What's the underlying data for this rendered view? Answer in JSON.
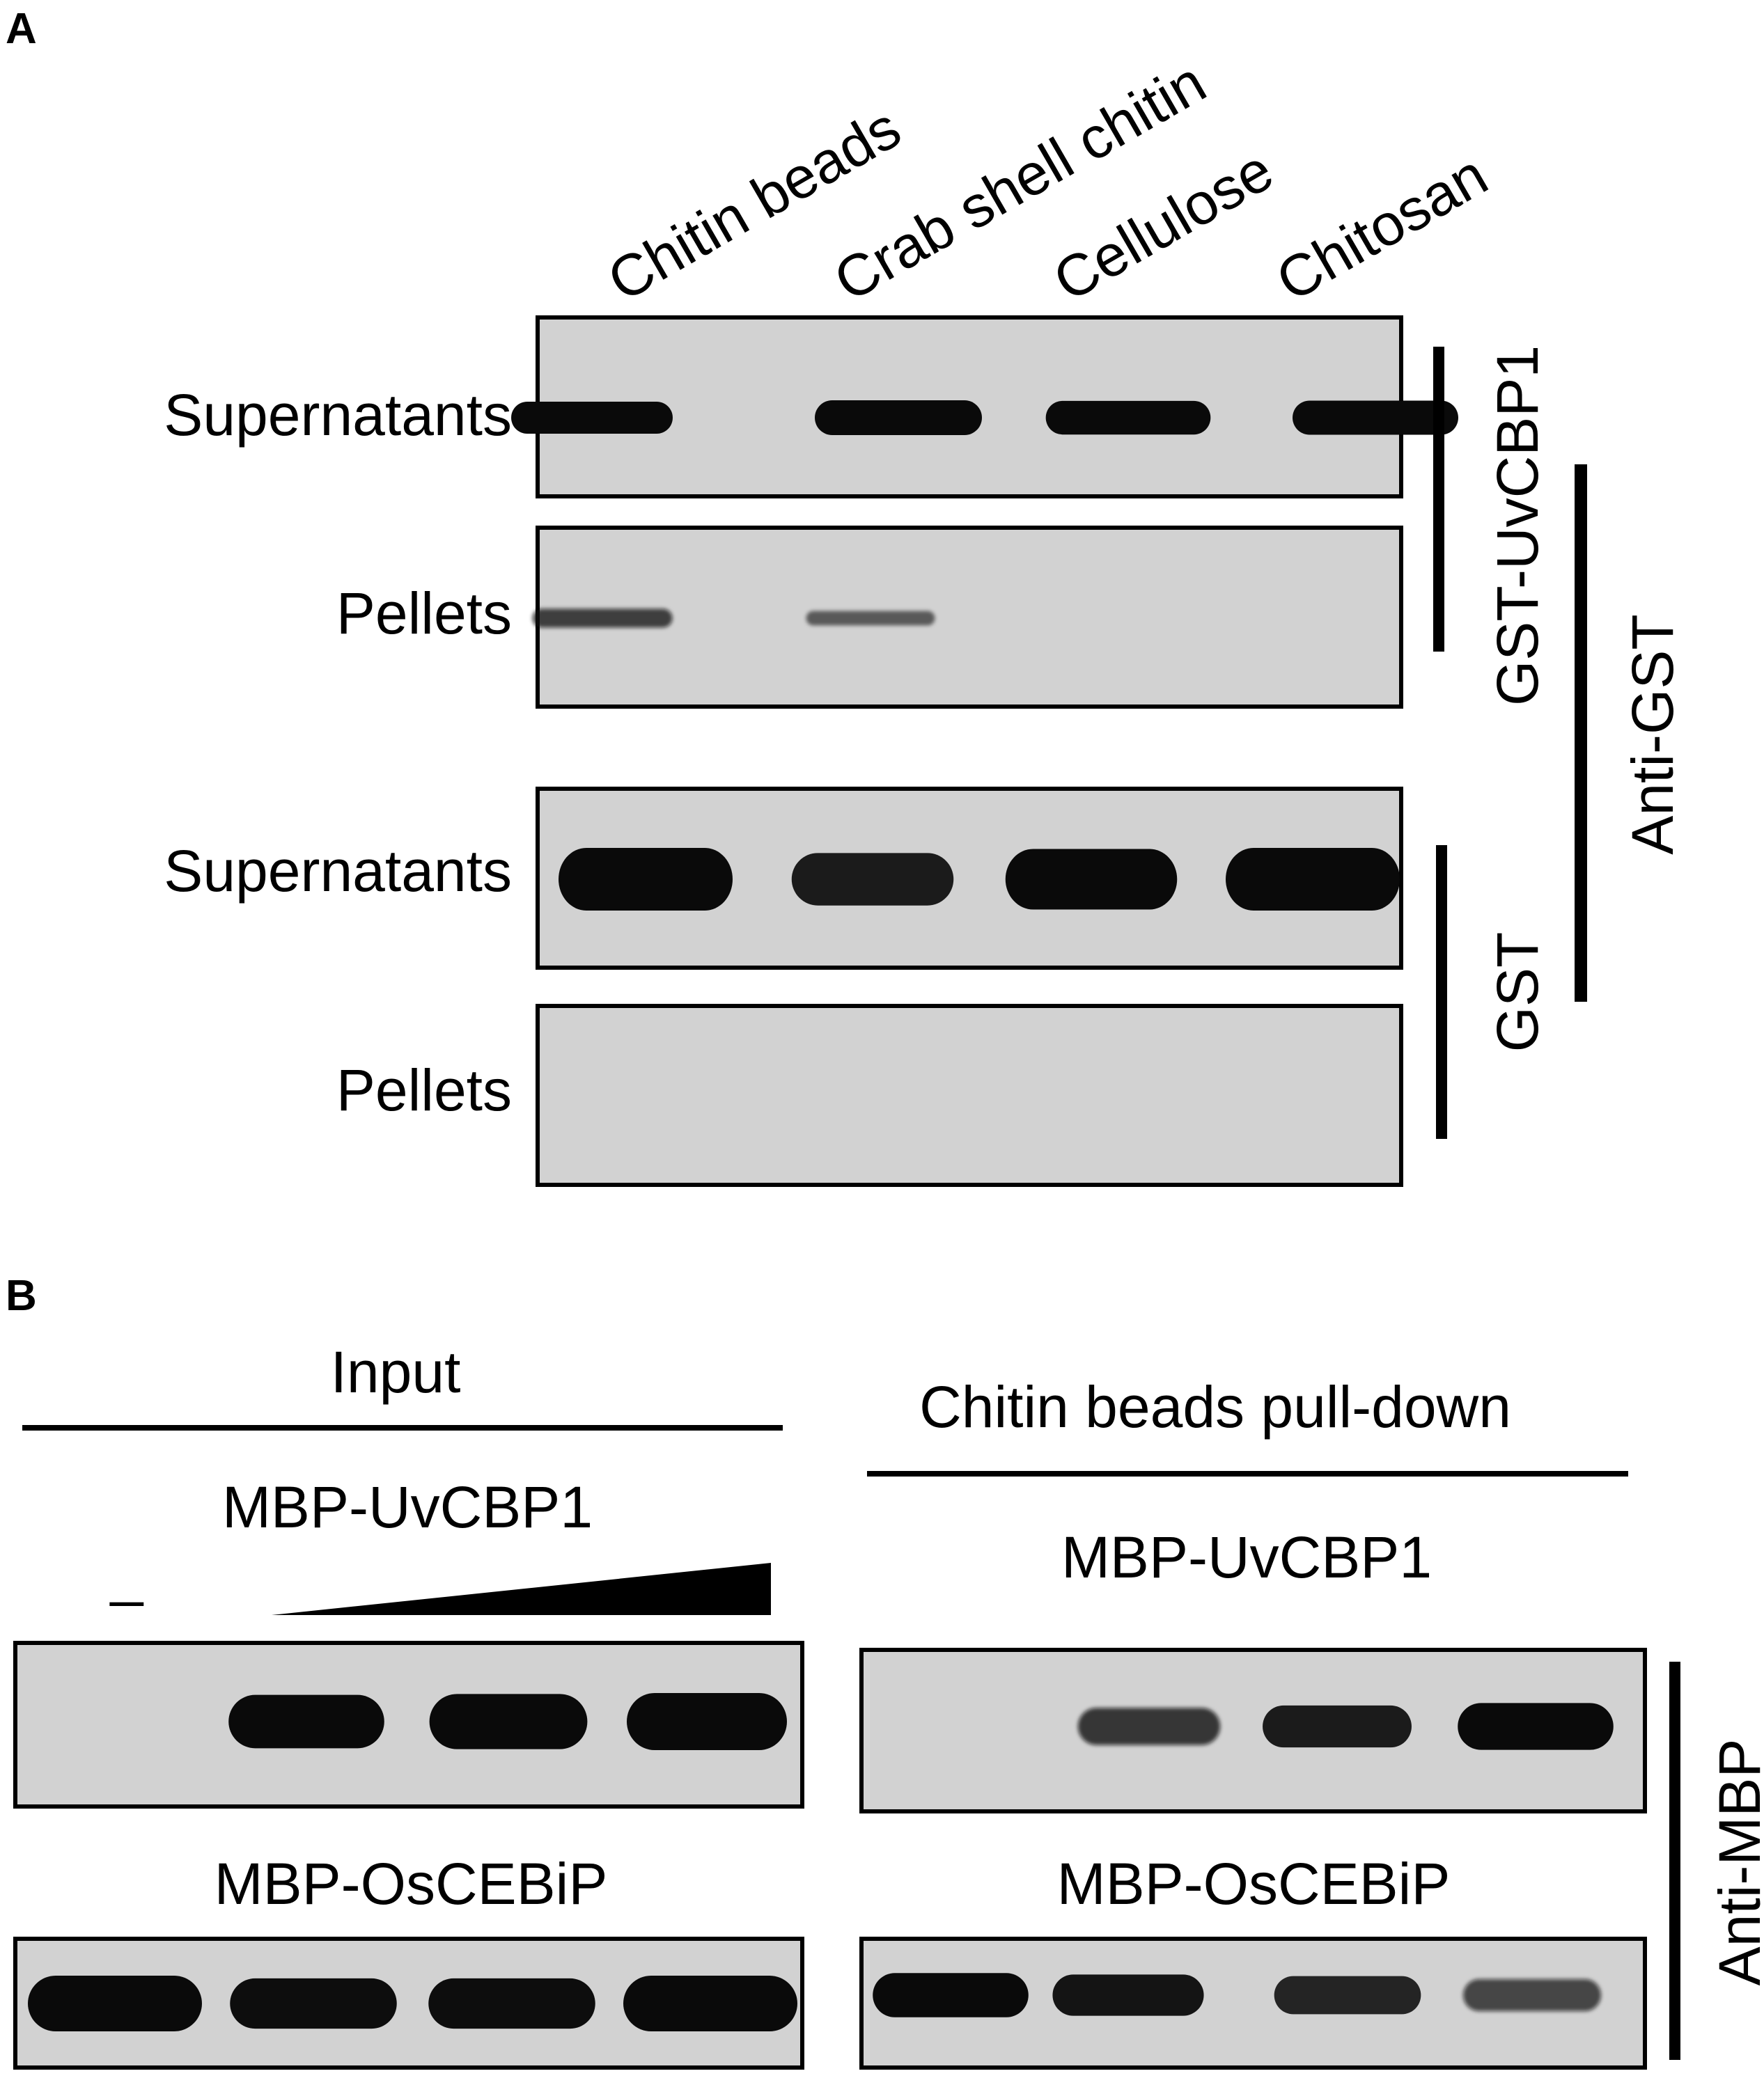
{
  "panel_a": {
    "letter": "A",
    "columns": [
      "Chitin beads",
      "Crab shell chitin",
      "Cellulose",
      "Chitosan"
    ],
    "rows": [
      "Supernatants",
      "Pellets",
      "Supernatants",
      "Pellets"
    ],
    "group_labels": {
      "fusion": "GST-UvCBP1",
      "control": "GST",
      "antibody": "Anti-GST"
    },
    "blots": [
      {
        "lanes": [
          0.88,
          1.0,
          0.95,
          0.97
        ]
      },
      {
        "lanes": [
          0.55,
          0.3,
          0,
          0
        ]
      },
      {
        "lanes": [
          1.0,
          0.75,
          0.95,
          1.0
        ]
      },
      {
        "lanes": [
          0,
          0,
          0,
          0
        ]
      }
    ]
  },
  "panel_b": {
    "letter": "B",
    "input": {
      "header": "Input",
      "protein1": "MBP-UvCBP1",
      "absent_marker": "_",
      "protein2": "MBP-OsCEBiP",
      "blot1_lanes": [
        0,
        0.9,
        0.95,
        1.0
      ],
      "blot2_lanes": [
        1.0,
        0.85,
        0.85,
        1.0
      ]
    },
    "pulldown": {
      "header": "Chitin beads pull-down",
      "protein1": "MBP-UvCBP1",
      "protein2": "MBP-OsCEBiP",
      "blot1_lanes": [
        0,
        0.6,
        0.75,
        0.9
      ],
      "blot2_lanes": [
        0.9,
        0.8,
        0.7,
        0.5
      ]
    },
    "antibody": "Anti-MBP"
  },
  "colors": {
    "membrane": "#d2d2d2",
    "band": "#0a0a0a",
    "ink": "#000000"
  }
}
